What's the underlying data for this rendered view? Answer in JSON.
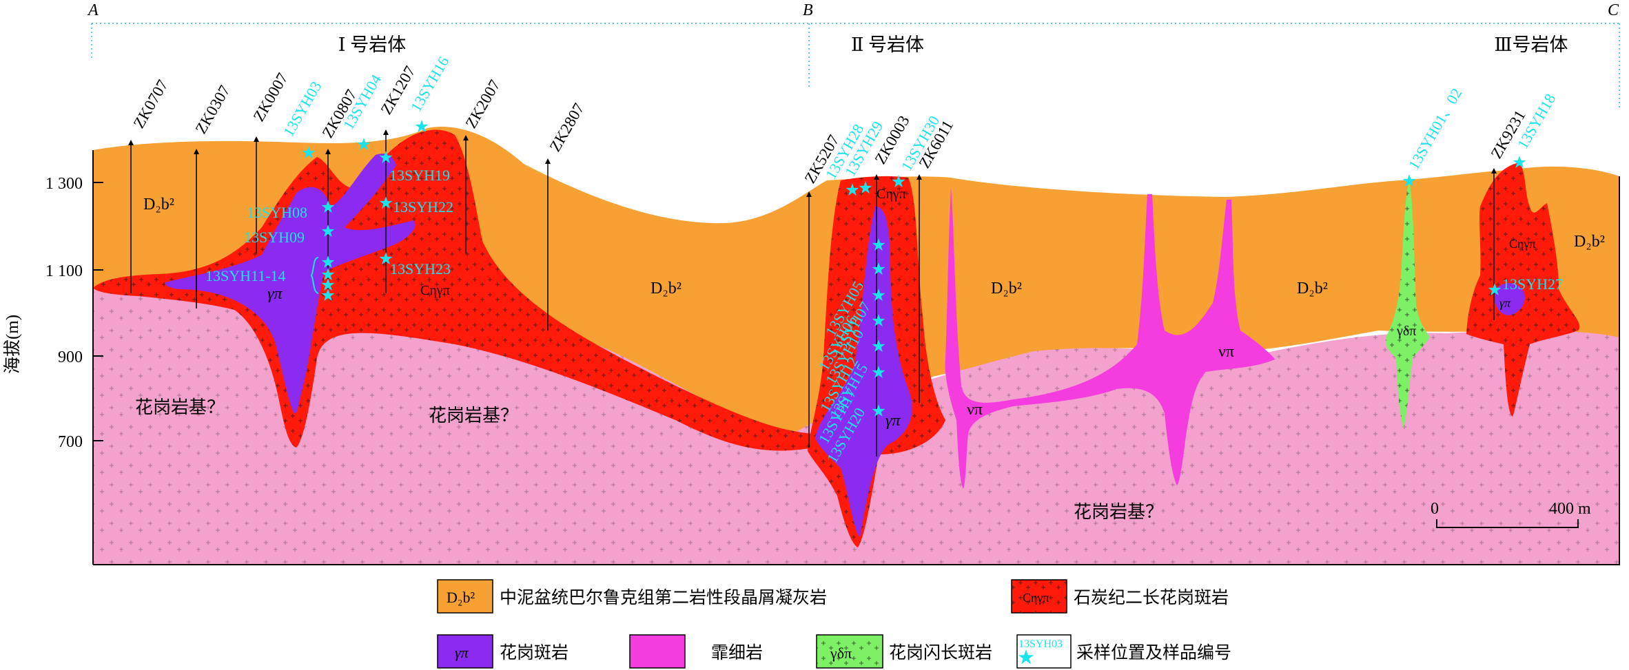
{
  "section_letters": {
    "a": "A",
    "b": "B",
    "c": "C"
  },
  "bodies": {
    "one": "Ⅰ 号岩体",
    "two": "Ⅱ 号岩体",
    "three": "Ⅲ号岩体"
  },
  "y_axis": {
    "label": "海拔(m)",
    "ticks": [
      "1 300",
      "1 100",
      "900",
      "700"
    ]
  },
  "boreholes": [
    "ZK0707",
    "ZK0307",
    "ZK0007",
    "ZK0807",
    "ZK1207",
    "ZK2007",
    "ZK2807",
    "ZK5207",
    "ZK0003",
    "ZK6011",
    "ZK9231"
  ],
  "samples": {
    "syh03": "13SYH03",
    "syh04": "13SYH04",
    "syh16": "13SYH16",
    "syh19": "13SYH19",
    "syh22": "13SYH22",
    "syh08": "13SYH08",
    "syh09": "13SYH09",
    "syh11": "13SYH11-14",
    "syh23": "13SYH23",
    "syh28": "13SYH28",
    "syh29": "13SYH29",
    "syh30": "13SYH30",
    "syh05": "13SYH05",
    "syh06": "13SYH06",
    "syh07": "13SYH07",
    "syh10": "13SYH10",
    "syh12": "13SYH12",
    "syh15": "13SYH15",
    "syh17": "13SYH17",
    "syh20": "13SYH20",
    "syh0102": "13SYH01、02",
    "syh18": "13SYH18",
    "syh27": "13SYH27"
  },
  "unit_labels": {
    "d2b2": "D₂b²",
    "cetapi": "Cηγπ",
    "gpi": "γπ",
    "vpi": "νπ",
    "gdpi": "γδπ",
    "batholith": "花岗岩基？"
  },
  "scale": {
    "zero": "0",
    "max": "400 m"
  },
  "legend": {
    "d2b2": "中泥盆统巴尔鲁克组第二岩性段晶屑凝灰岩",
    "cetapi": "石炭纪二长花岗斑岩",
    "gpi": "花岗斑岩",
    "felsite": "霏细岩",
    "gdpi": "花岗闪长斑岩",
    "sample": "采样位置及样品编号",
    "sample_example": "13SYH03"
  },
  "colors": {
    "sandstone": "#F7A033",
    "monzogranite": "#FF1A0A",
    "granite_porphyry": "#8B2BF0",
    "felsite": "#F43CDF",
    "granodiorite": "#7EF066",
    "batholith": "#F3A2CD",
    "sample": "#1BE3EC"
  }
}
